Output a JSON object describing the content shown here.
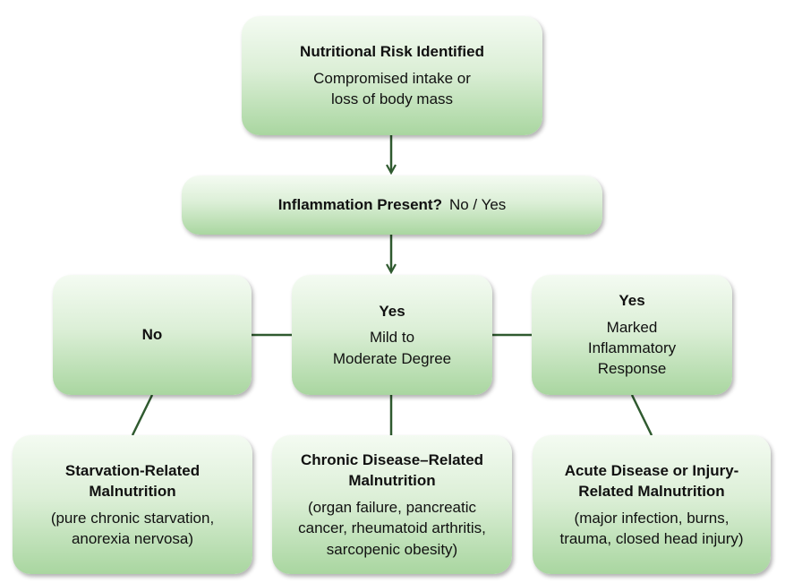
{
  "nodes": {
    "risk": {
      "title": "Nutritional Risk Identified",
      "lines": [
        "Compromised intake or",
        "loss of body mass"
      ]
    },
    "inflammation": {
      "title": "Inflammation Present?",
      "options": "No / Yes"
    },
    "no": {
      "title": "No"
    },
    "mild": {
      "title": "Yes",
      "lines": [
        "Mild to",
        "Moderate Degree"
      ]
    },
    "marked": {
      "title": "Yes",
      "lines": [
        "Marked",
        "Inflammatory",
        "Response"
      ]
    },
    "starvation": {
      "title_lines": [
        "Starvation-Related",
        "Malnutrition"
      ],
      "lines": [
        "(pure chronic starvation,",
        "anorexia nervosa)"
      ]
    },
    "chronic": {
      "title_lines": [
        "Chronic Disease–Related",
        "Malnutrition"
      ],
      "lines": [
        "(organ failure, pancreatic",
        "cancer, rheumatoid arthritis,",
        "sarcopenic obesity)"
      ]
    },
    "acute": {
      "title_lines": [
        "Acute Disease or Injury-",
        "Related Malnutrition"
      ],
      "lines": [
        "(major infection, burns,",
        "trauma, closed head injury)"
      ]
    }
  },
  "colors": {
    "connector": "#2f5a2f",
    "box_top": "#f4fbf2",
    "box_bottom": "#a9d6a0"
  }
}
